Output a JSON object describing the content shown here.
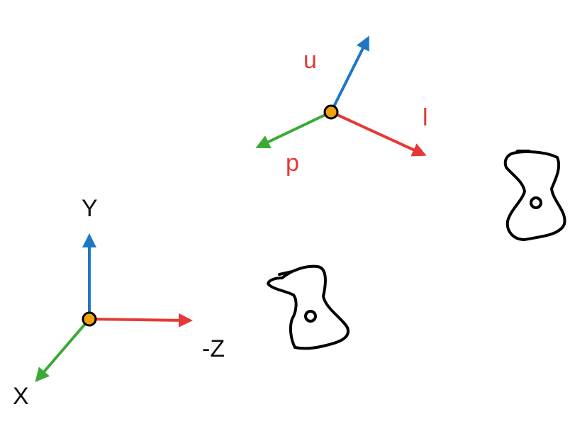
{
  "colors": {
    "red_axis": "#e53935",
    "green_axis": "#3aaa35",
    "blue_axis": "#1f77c4",
    "origin_fill": "#f2a20c",
    "outline": "#000000",
    "label_red": "#e53935",
    "label_black": "#111111"
  },
  "world_frame": {
    "labels": {
      "y": "Y",
      "neg_z": "-Z",
      "x": "X"
    }
  },
  "camera_frame": {
    "labels": {
      "u": "u",
      "l": "l",
      "p": "p"
    }
  },
  "icons": [
    "axis-origin-dot",
    "camera-blob-outline"
  ]
}
